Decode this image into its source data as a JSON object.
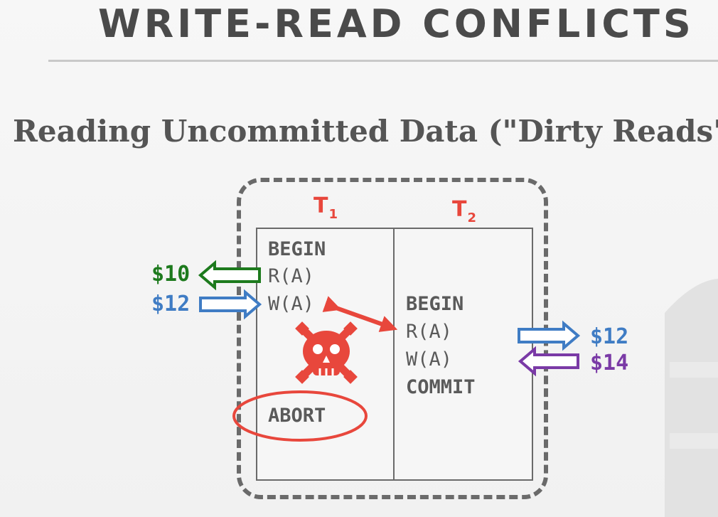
{
  "slide": {
    "title": "WRITE-READ CONFLICTS",
    "subtitle": "Reading Uncommitted Data (\"Dirty Reads\")"
  },
  "transactions": {
    "t1": {
      "label": "T",
      "subscript": "1",
      "ops": [
        "BEGIN",
        "R(A)",
        "W(A)",
        "ABORT"
      ]
    },
    "t2": {
      "label": "T",
      "subscript": "2",
      "ops": [
        "BEGIN",
        "R(A)",
        "W(A)",
        "COMMIT"
      ]
    }
  },
  "values": {
    "t1_read": "$10",
    "t1_write": "$12",
    "t2_read": "$12",
    "t2_write": "$14"
  },
  "colors": {
    "accent": "#e8473c",
    "green": "#1d7a1d",
    "blue": "#3f7cc4",
    "purple": "#7a3aa6",
    "text": "#5a5a5a"
  },
  "icons": [
    "skull-crossbones-icon",
    "double-arrow-icon"
  ]
}
